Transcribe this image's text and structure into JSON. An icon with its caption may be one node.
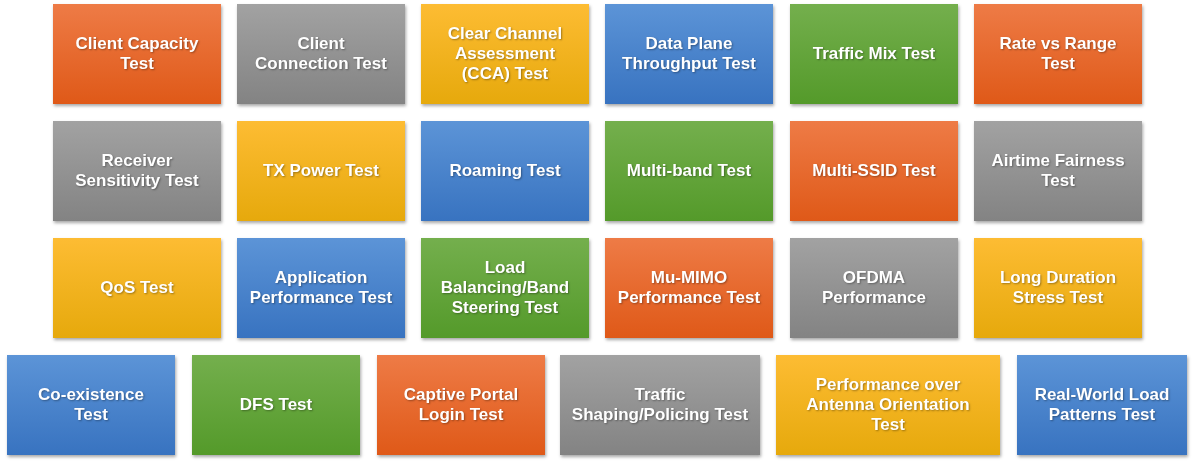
{
  "diagram": {
    "nodes": [
      {
        "text": [
          "Client Capacity Test"
        ]
      },
      {
        "text": [
          "Client Connection Test"
        ]
      },
      {
        "text": [
          "Clear Channel Assessment (CCA) Test"
        ]
      },
      {
        "text": [
          "Data Plane Throughput Test"
        ]
      },
      {
        "text": [
          "Traffic Mix Test"
        ]
      },
      {
        "text": [
          "Rate vs Range Test"
        ]
      },
      {
        "text": [
          "Receiver Sensitivity Test"
        ]
      },
      {
        "text": [
          "TX Power Test"
        ]
      },
      {
        "text": [
          "Roaming Test"
        ]
      },
      {
        "text": [
          "Multi-band Test"
        ]
      },
      {
        "text": [
          "Multi-SSID Test"
        ]
      },
      {
        "text": [
          "Airtime Fairness Test"
        ]
      },
      {
        "text": [
          "QoS Test"
        ]
      },
      {
        "text": [
          "Application Performance Test"
        ]
      },
      {
        "text": [
          "Load Balancing/Band Steering Test"
        ]
      },
      {
        "text": [
          "Mu-MIMO Performance Test"
        ]
      },
      {
        "text": [
          "OFDMA Performance"
        ]
      },
      {
        "text": [
          "Long Duration Stress Test"
        ]
      },
      {
        "text": [
          "Co-existence Test"
        ]
      },
      {
        "text": [
          "DFS Test"
        ]
      },
      {
        "text": [
          "Captive Portal Login Test"
        ]
      },
      {
        "text": [
          "Traffic Shaping/Policing Test"
        ]
      },
      {
        "text": [
          "Performance over Antenna Orientation Test"
        ]
      },
      {
        "text": [
          "Real-World Load Patterns Test"
        ]
      }
    ]
  }
}
